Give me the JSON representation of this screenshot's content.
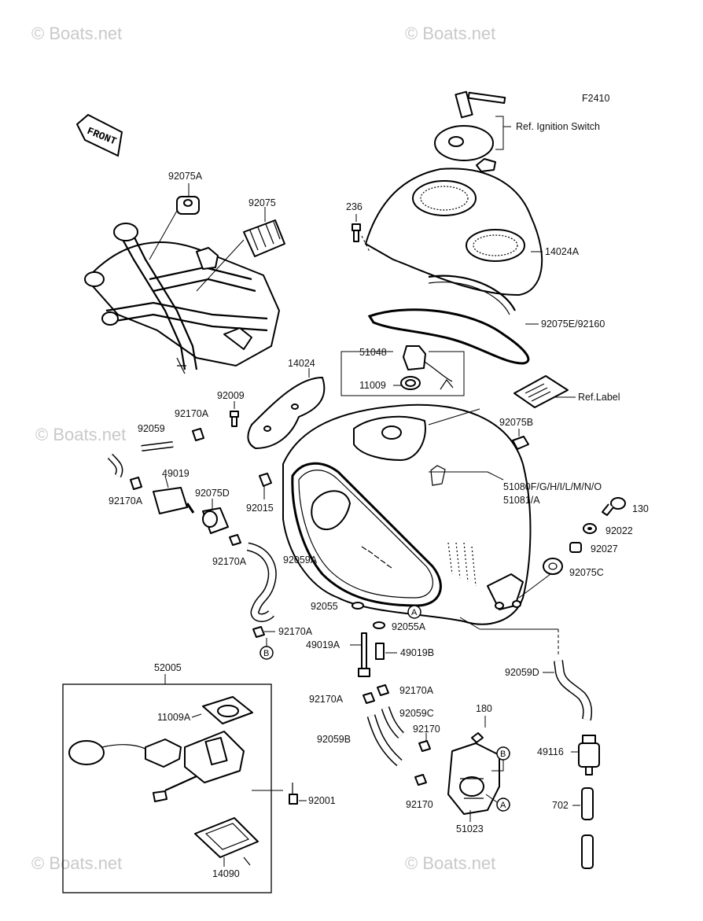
{
  "diagram_id": "F2410",
  "front_label": "FRONT",
  "watermark": "© Boats.net",
  "refs": {
    "ignition": "Ref. Ignition Switch",
    "label": "Ref.Label"
  },
  "circle_markers": {
    "a": "A",
    "b": "B"
  },
  "parts": {
    "p92075A": "92075A",
    "p92075": "92075",
    "p236": "236",
    "p14024A": "14024A",
    "p92075E": "92075E/92160",
    "p51048": "51048",
    "p11009": "11009",
    "p14024": "14024",
    "p92009": "92009",
    "p92170A_1": "92170A",
    "p92059": "92059",
    "p49019": "49019",
    "p92170A_2": "92170A",
    "p92075D": "92075D",
    "p92170A_3": "92170A",
    "p92059A": "92059A",
    "p92015": "92015",
    "p92075B": "92075B",
    "p51080": "51080F/G/H/I/L/M/N/O",
    "p51081": "51081/A",
    "p130": "130",
    "p92022": "92022",
    "p92027": "92027",
    "p92075C": "92075C",
    "p92055": "92055",
    "p92055A": "92055A",
    "p92170A_4": "92170A",
    "p49019A": "49019A",
    "p49019B": "49019B",
    "p52005": "52005",
    "p11009A": "11009A",
    "p92170A_5": "92170A",
    "p92170A_6": "92170A",
    "p92059C": "92059C",
    "p92059B": "92059B",
    "p92170_1": "92170",
    "p92170_2": "92170",
    "p92001": "92001",
    "p14090": "14090",
    "p51023": "51023",
    "p180": "180",
    "p92059D": "92059D",
    "p49116": "49116",
    "p702": "702"
  }
}
